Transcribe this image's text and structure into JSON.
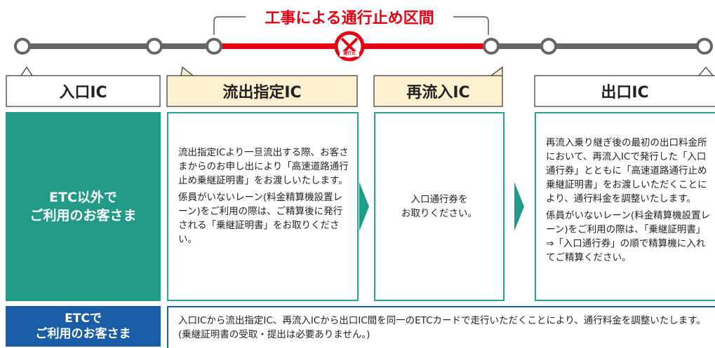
{
  "title": "工事による通行止め区間",
  "closure_mark": {
    "text": "通行止",
    "color": "#e60012"
  },
  "colors": {
    "route_gray": "#666666",
    "route_red": "#e60012",
    "teal": "#229a88",
    "blue": "#1a5ea8",
    "yellow": "#fdf0cf",
    "border": "#27a38e"
  },
  "labels": {
    "entrance": "入口IC",
    "exit_designated": "流出指定IC",
    "reentry": "再流入IC",
    "exit": "出口IC"
  },
  "rows": {
    "non_etc": {
      "line1": "ETC以外で",
      "line2": "ご利用のお客さま"
    },
    "etc": {
      "line1": "ETCで",
      "line2": "ご利用のお客さま"
    }
  },
  "non_etc": {
    "exit_designated": {
      "p1": "流出指定ICより一旦流出する際、お客さまからのお申し出により「高速道路通行止め乗継証明書」をお渡しいたします。",
      "p2": "係員がいないレーン(料金精算機設置レーン)をご利用の際は、ご精算後に発行される「乗継証明書」をお取りください。"
    },
    "reentry": {
      "line1": "入口通行券を",
      "line2": "お取りください。"
    },
    "exit": {
      "p1": "再流入乗り継ぎ後の最初の出口料金所において、再流入ICで発行した「入口通行券」とともに「高速道路通行止め乗継証明書」をお渡しいただくことにより、通行料金を調整いたします。",
      "p2": "係員がいないレーン(料金精算機設置レーン)をご利用の際は、「乗継証明書」⇒「入口通行券」の順で精算機に入れてご精算ください。"
    }
  },
  "etc": {
    "text": "入口ICから流出指定IC、再流入ICから出口IC間を同一のETCカードで走行いただくことにより、通行料金を調整いたします。(乗継証明書の受取・提出は必要ありません。)"
  }
}
